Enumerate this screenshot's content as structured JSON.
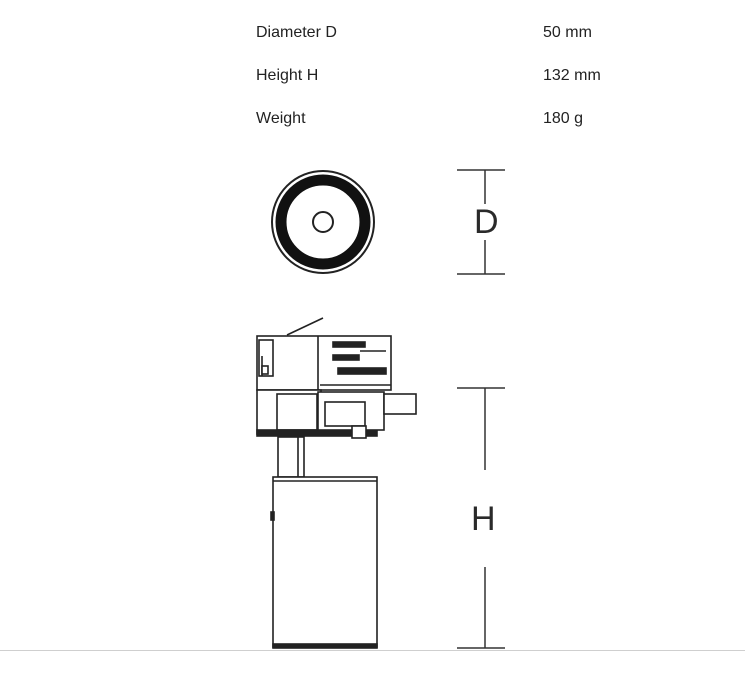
{
  "specs": [
    {
      "label": "Diameter D",
      "value": "50 mm"
    },
    {
      "label": "Height H",
      "value": "132 mm"
    },
    {
      "label": "Weight",
      "value": "180 g"
    }
  ],
  "drawing": {
    "dimension_d_label": "D",
    "dimension_h_label": "H"
  }
}
